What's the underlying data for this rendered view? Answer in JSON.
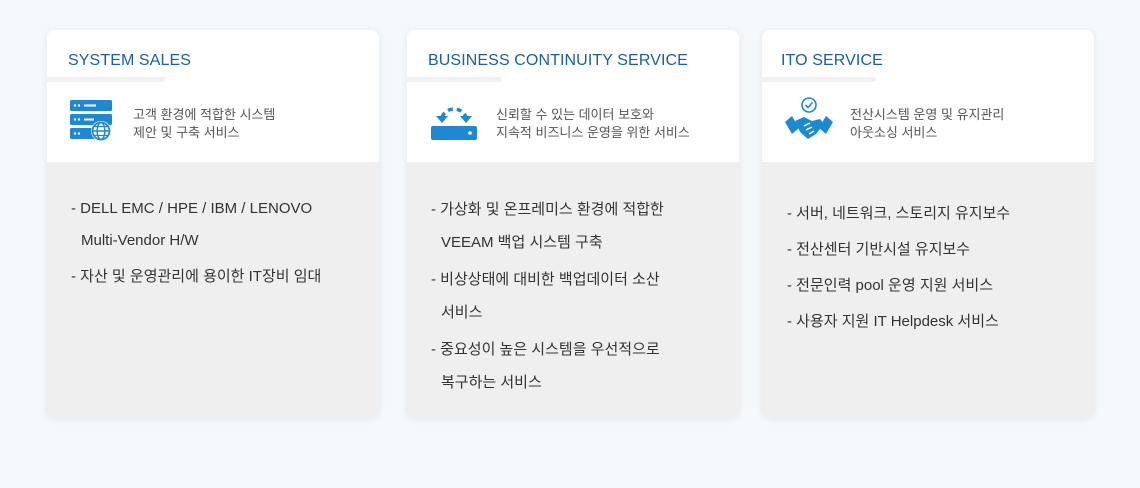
{
  "colors": {
    "title": "#1a5ea8",
    "icon": "#1e88d0",
    "card_bg": "#efefef",
    "page_bg": "#f5f9fc"
  },
  "cards": [
    {
      "title": "SYSTEM SALES",
      "icon": "server-globe-icon",
      "desc": [
        "고객 환경에 적합한 시스템",
        "제안 및 구축 서비스"
      ],
      "items": [
        [
          "- DELL EMC / HPE / IBM / LENOVO",
          "Multi-Vendor H/W"
        ],
        [
          "- 자산 및 운영관리에 용이한 IT장비 임대"
        ]
      ]
    },
    {
      "title": "BUSINESS CONTINUITY SERVICE",
      "icon": "backup-storage-icon",
      "desc": [
        "신뢰할 수 있는 데이터 보호와",
        "지속적 비즈니스 운영을 위한 서비스"
      ],
      "items": [
        [
          "- 가상화 및 온프레미스 환경에 적합한",
          "VEEAM 백업 시스템 구축"
        ],
        [
          "- 비상상태에 대비한 백업데이터 소산",
          "서비스"
        ],
        [
          "- 중요성이 높은 시스템을 우선적으로",
          "복구하는 서비스"
        ]
      ]
    },
    {
      "title": "ITO SERVICE",
      "icon": "handshake-icon",
      "desc": [
        "전산시스템 운영 및 유지관리",
        "아웃소싱 서비스"
      ],
      "items": [
        [
          "- 서버, 네트워크, 스토리지 유지보수"
        ],
        [
          "- 전산센터 기반시설 유지보수"
        ],
        [
          "- 전문인력 pool 운영 지원 서비스"
        ],
        [
          "- 사용자 지원 IT Helpdesk 서비스"
        ]
      ]
    }
  ]
}
